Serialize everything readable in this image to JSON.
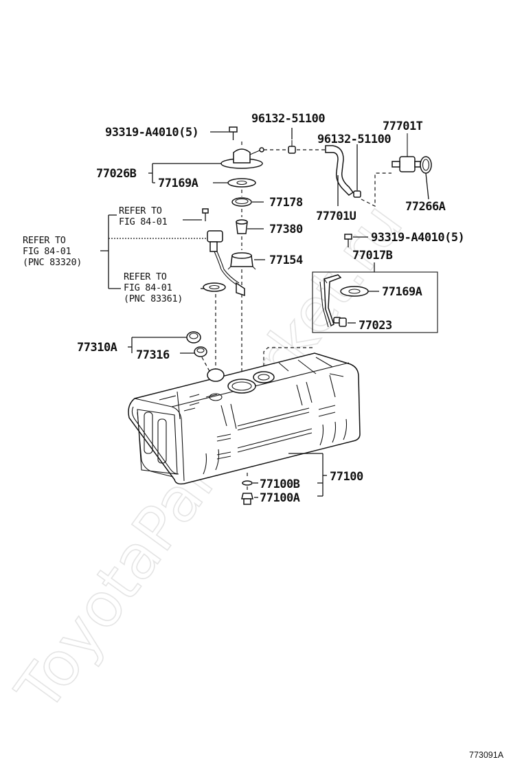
{
  "watermark": "ToyotaPartMarket.ru",
  "diagram_code": "773091A",
  "part_labels": {
    "p_93319_top": "93319-A4010(5)",
    "p_96132_a": "96132-51100",
    "p_96132_b": "96132-51100",
    "p_77701T": "77701T",
    "p_77026B": "77026B",
    "p_77169A_top": "77169A",
    "p_77178": "77178",
    "p_77266A": "77266A",
    "p_77701U": "77701U",
    "p_77380": "77380",
    "p_93319_mid": "93319-A4010(5)",
    "p_77154": "77154",
    "p_77017B": "77017B",
    "p_77169A_mid": "77169A",
    "p_77023": "77023",
    "p_77310A": "77310A",
    "p_77316": "77316",
    "p_77100": "77100",
    "p_77100B": "77100B",
    "p_77100A": "77100A"
  },
  "references": {
    "ref1": [
      "REFER TO",
      "FIG 84-01"
    ],
    "ref2": [
      "REFER TO",
      "FIG  84-01",
      "(PNC 83320)"
    ],
    "ref3": [
      "REFER TO",
      "FIG 84-01",
      "(PNC 83361)"
    ]
  }
}
